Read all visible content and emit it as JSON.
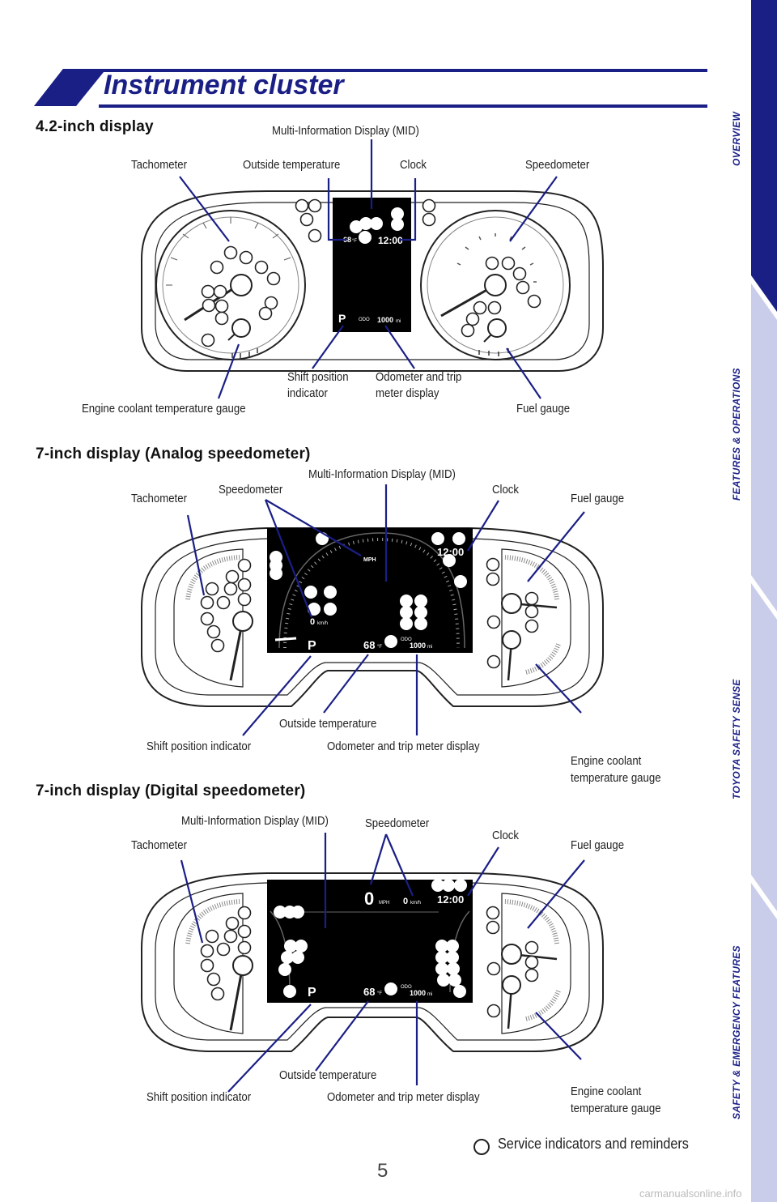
{
  "header": {
    "title": "Instrument cluster"
  },
  "sidebar": {
    "tabs": [
      "OVERVIEW",
      "FEATURES & OPERATIONS",
      "TOYOTA SAFETY SENSE",
      "SAFETY & EMERGENCY FEATURES"
    ]
  },
  "section1": {
    "title": "4.2-inch display",
    "labels": {
      "mid": "Multi-Information Display (MID)",
      "tachometer": "Tachometer",
      "outside_temp": "Outside temperature",
      "clock": "Clock",
      "speedometer": "Speedometer",
      "shift_line1": "Shift position",
      "shift_line2": "indicator",
      "odo_line1": "Odometer and trip",
      "odo_line2": "meter display",
      "coolant": "Engine coolant temperature gauge",
      "fuel": "Fuel gauge"
    },
    "screen": {
      "temp": "68",
      "temp_unit": "°F",
      "clock": "12:00",
      "shift": "P",
      "odo_label": "ODO",
      "odo_value": "1000",
      "odo_unit": "mi"
    }
  },
  "section2": {
    "title": "7-inch display (Analog speedometer)",
    "labels": {
      "mid": "Multi-Information Display (MID)",
      "tachometer": "Tachometer",
      "speedometer": "Speedometer",
      "clock": "Clock",
      "fuel": "Fuel gauge",
      "outside_temp": "Outside temperature",
      "shift": "Shift position indicator",
      "odo": "Odometer and trip meter display",
      "coolant_line1": "Engine coolant",
      "coolant_line2": "temperature gauge"
    },
    "screen": {
      "mph": "MPH",
      "kmh_value": "0",
      "kmh_unit": "km/h",
      "clock": "12:00",
      "shift": "P",
      "temp": "68",
      "temp_unit": "°F",
      "odo_label": "ODO",
      "odo_value": "1000",
      "odo_unit": "mi"
    }
  },
  "section3": {
    "title": "7-inch display (Digital speedometer)",
    "labels": {
      "mid": "Multi-Information Display (MID)",
      "speedometer": "Speedometer",
      "tachometer": "Tachometer",
      "clock": "Clock",
      "fuel": "Fuel gauge",
      "outside_temp": "Outside temperature",
      "shift": "Shift position indicator",
      "odo": "Odometer and trip meter display",
      "coolant_line1": "Engine coolant",
      "coolant_line2": "temperature gauge"
    },
    "screen": {
      "mph_value": "0",
      "mph_unit": "MPH",
      "kmh_value": "0",
      "kmh_unit": "km/h",
      "clock": "12:00",
      "shift": "P",
      "temp": "68",
      "temp_unit": "°F",
      "odo_label": "ODO",
      "odo_value": "1000",
      "odo_unit": "mi"
    }
  },
  "legend": {
    "text": "Service indicators and reminders"
  },
  "footer": {
    "page_number": "5",
    "watermark": "carmanualsonline.info"
  },
  "colors": {
    "brand_blue": "#1a1f86",
    "tab_active": "#1a1f86",
    "tab_inactive": "#c9cdea",
    "callout_line": "#1a1f86"
  }
}
